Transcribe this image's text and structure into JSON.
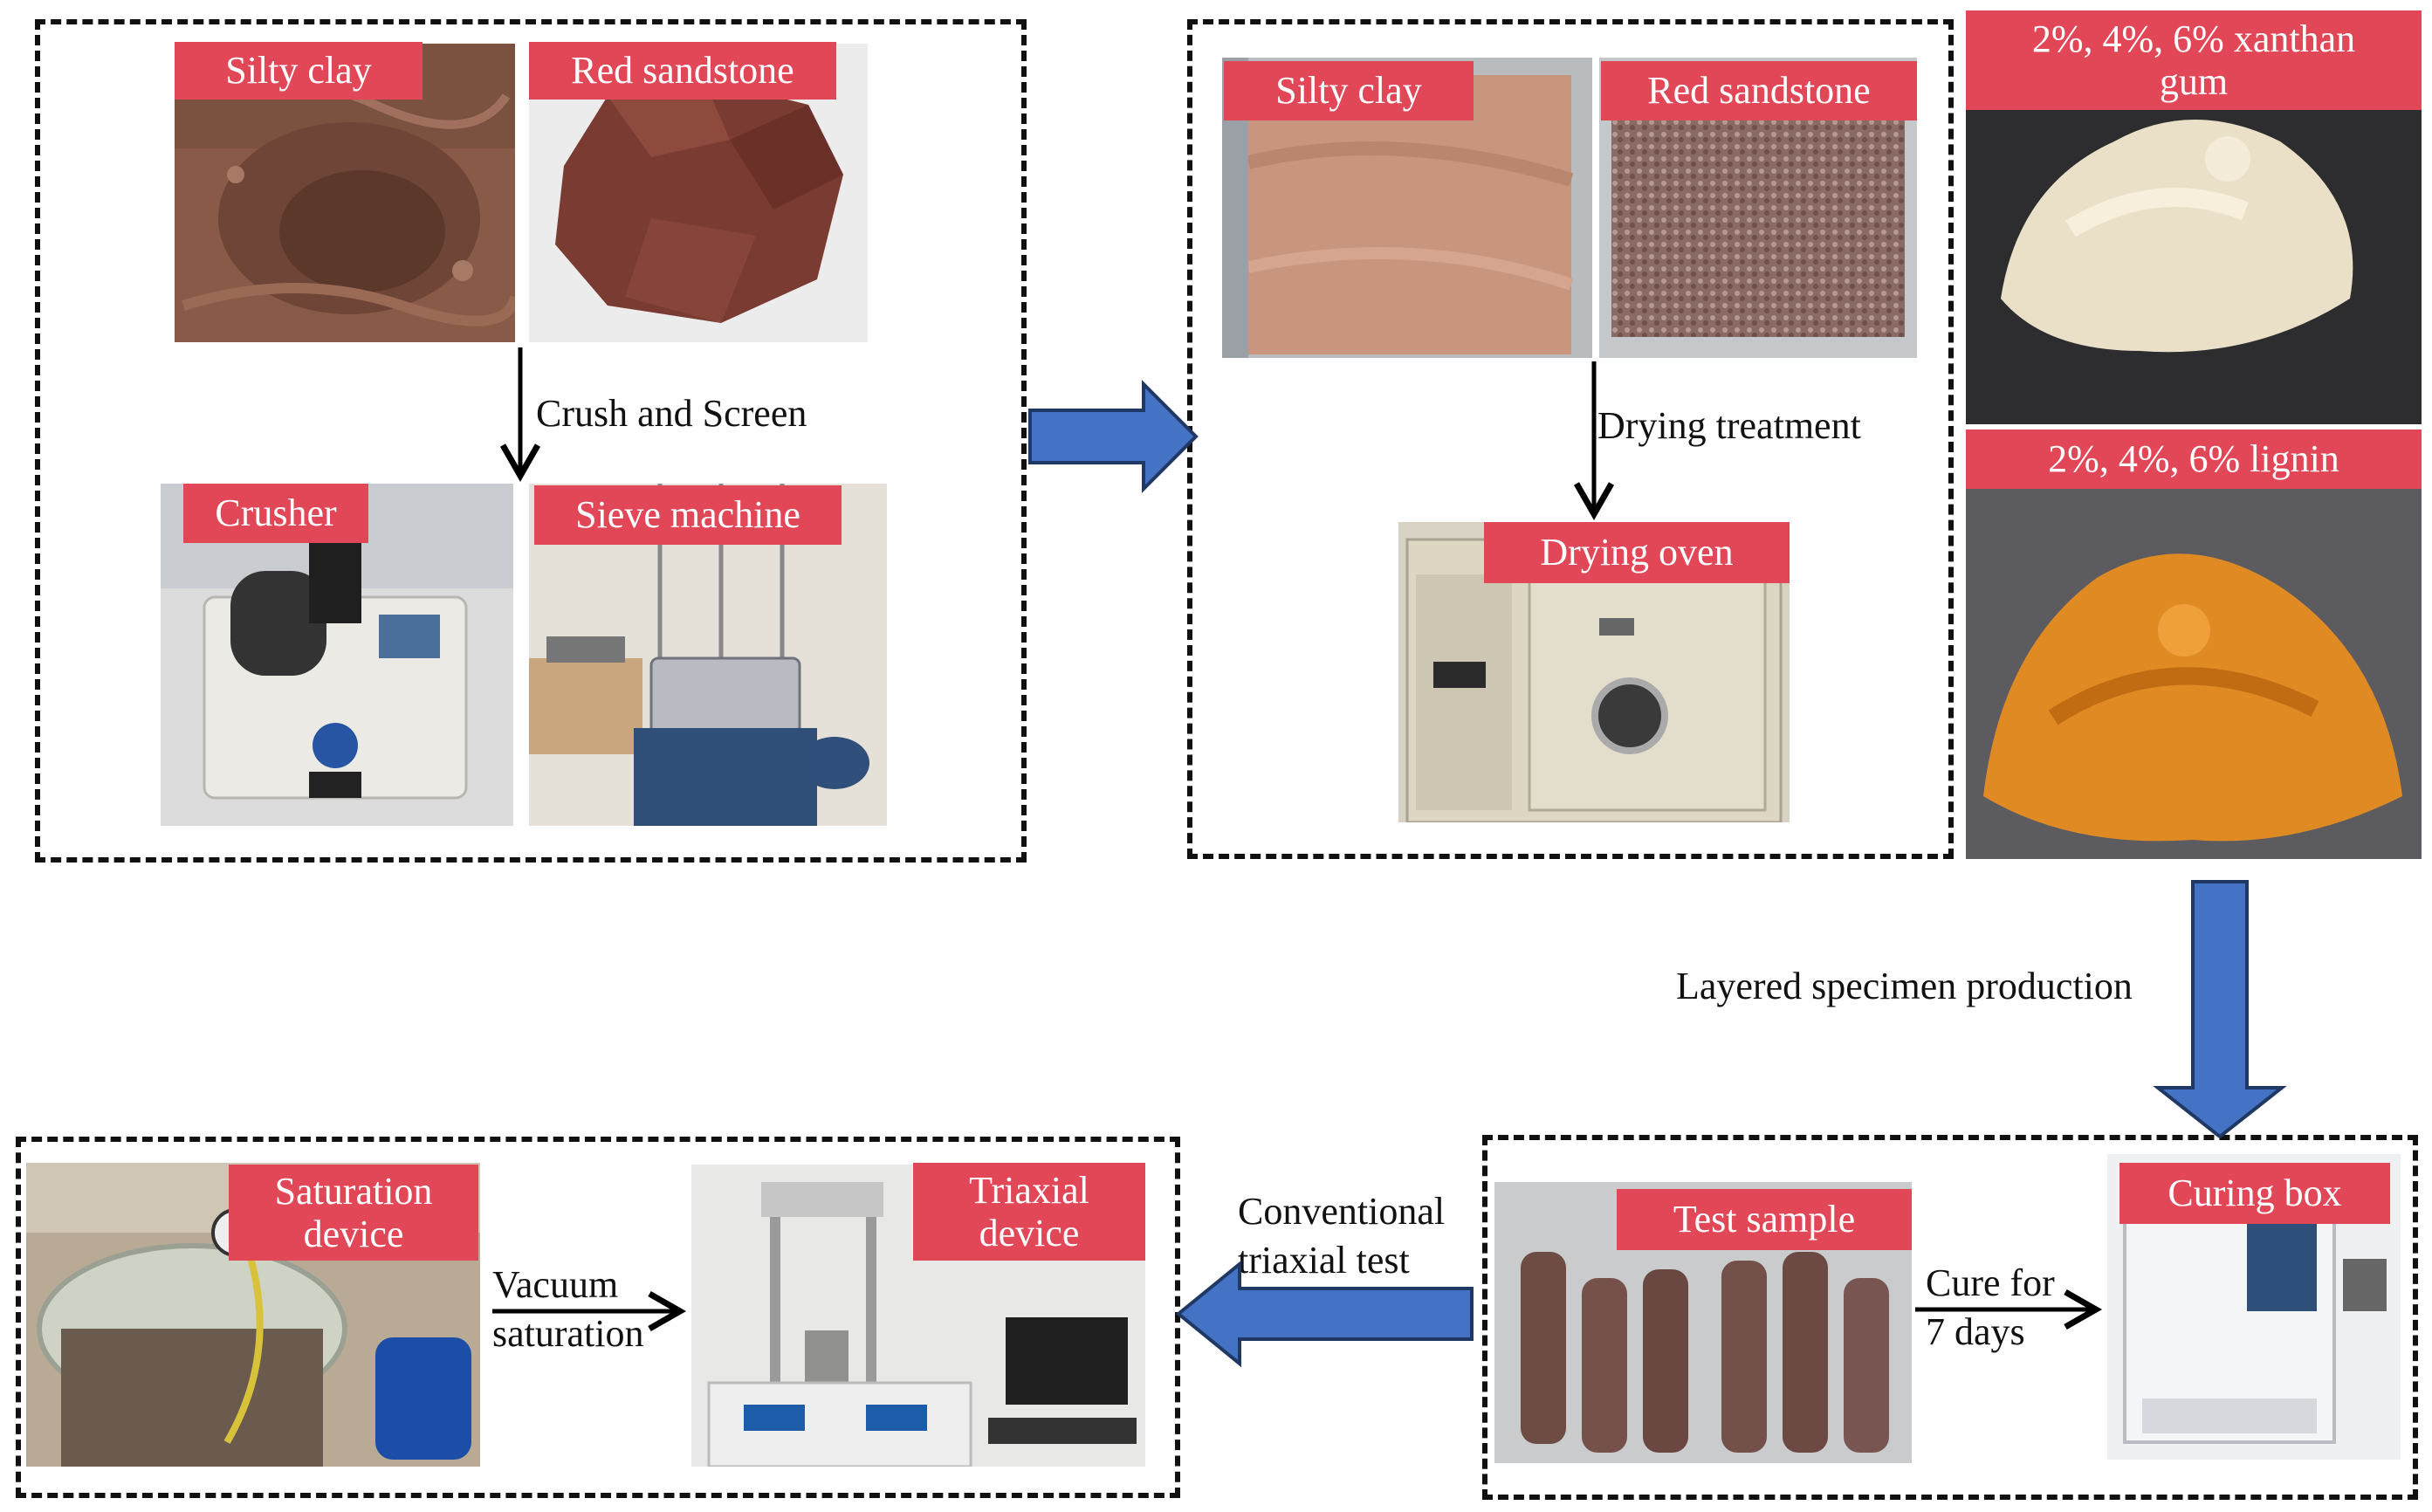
{
  "panels": {
    "raw_materials": {
      "silty_clay": "Silty clay",
      "red_sandstone": "Red sandstone",
      "step": "Crush and Screen",
      "crusher": "Crusher",
      "sieve_machine": "Sieve machine"
    },
    "drying": {
      "silty_clay": "Silty clay",
      "red_sandstone": "Red sandstone",
      "step": "Drying treatment",
      "drying_oven": "Drying oven"
    },
    "additives": {
      "xanthan_gum_line1": "2%, 4%, 6% xanthan",
      "xanthan_gum_line2": "gum",
      "lignin": "2%, 4%, 6% lignin"
    },
    "specimen": {
      "step": "Layered specimen production",
      "test_sample": "Test sample",
      "cure_line1": "Cure for",
      "cure_line2": "7 days",
      "curing_box": "Curing box"
    },
    "testing": {
      "step_line1": "Conventional",
      "step_line2": "triaxial test",
      "triaxial_line1": "Triaxial",
      "triaxial_line2": "device",
      "vacuum_line1": "Vacuum",
      "vacuum_line2": "saturation",
      "saturation_line1": "Saturation",
      "saturation_line2": "device"
    }
  },
  "colors": {
    "label_background": "#e24758",
    "flow_arrow": "#4472c4",
    "flow_arrow_outline": "#1f3864",
    "connector": "#000000"
  }
}
